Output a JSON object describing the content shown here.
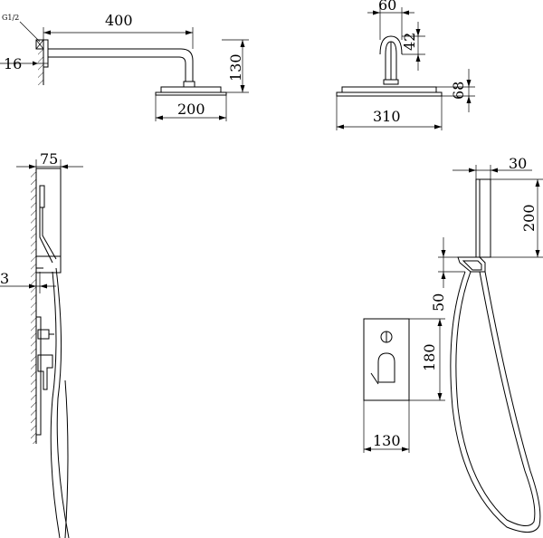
{
  "dimensions": {
    "arm_length": "400",
    "wall_offset": "16",
    "thread": "G1/2",
    "drop_height": "130",
    "head_diameter_side": "200",
    "flange_diameter": "60",
    "arm_height": "42",
    "head_thickness": "68",
    "head_diameter_front": "310",
    "box_depth": "75",
    "recess": "3",
    "holder_width": "30",
    "holder_height": "200",
    "elbow_spacing": "50",
    "plate_height": "180",
    "plate_width": "130"
  }
}
